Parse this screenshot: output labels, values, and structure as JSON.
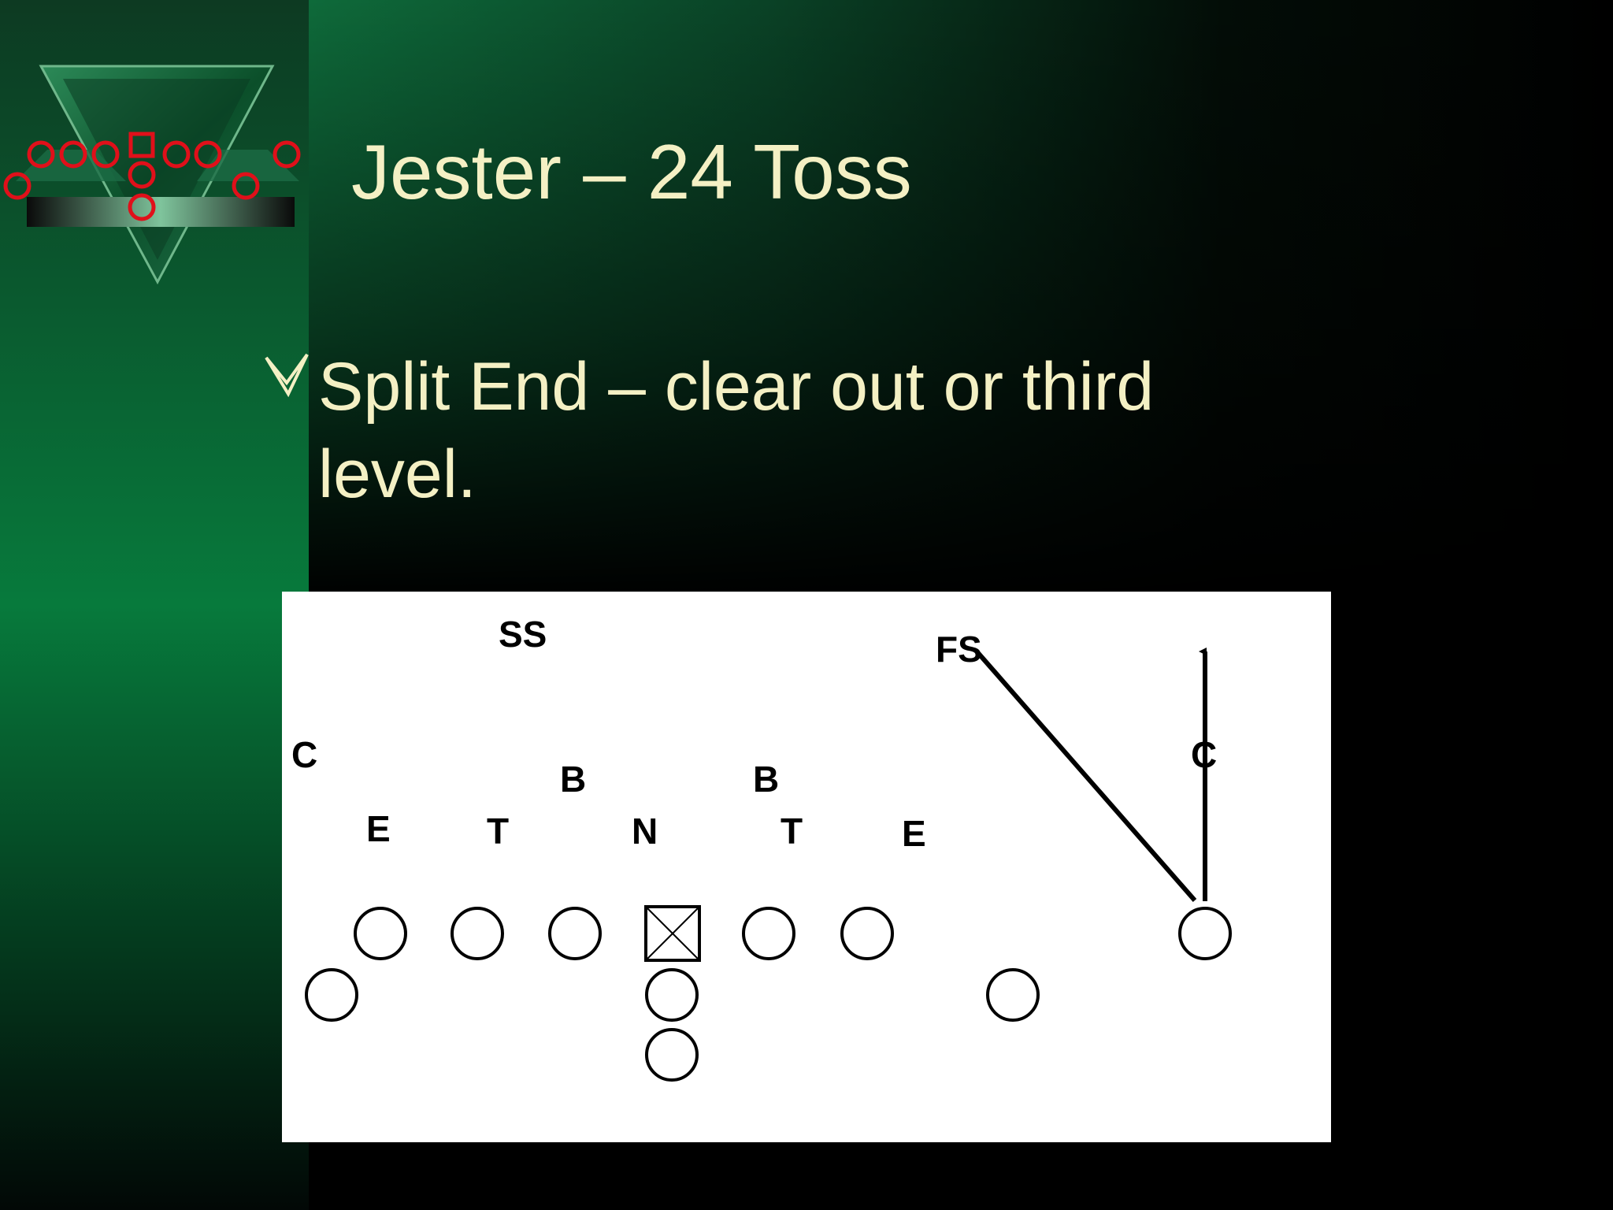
{
  "slide": {
    "title": "Jester – 24 Toss",
    "bullet": "Split End – clear out or third level."
  },
  "colors": {
    "accent": "#0a7a3e",
    "text": "#f4f0c4",
    "logo_marker": "#e0101a"
  },
  "logo": {
    "description_icon": "football-formation-logo-icon"
  },
  "diagram": {
    "defense_labels": {
      "ss": "SS",
      "fs": "FS",
      "corner_left": "C",
      "corner_right": "C",
      "backer_left": "B",
      "backer_right": "B",
      "end_left": "E",
      "tackle_left": "T",
      "nose": "N",
      "tackle_right": "T",
      "end_right": "E"
    },
    "route_note": "split-end-vertical-route"
  }
}
